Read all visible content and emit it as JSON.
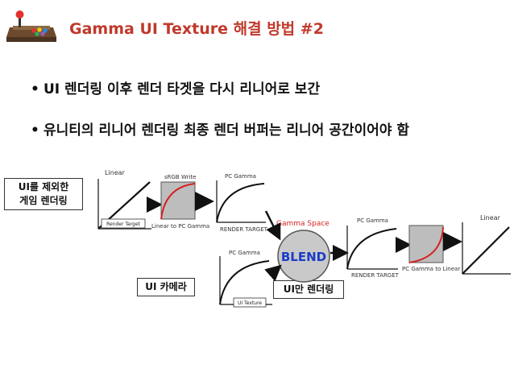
{
  "slide": {
    "title": "Gamma UI Texture 해결 방법 #2",
    "logo_icon": "arcade-joystick-icon",
    "bullets": [
      "UI 렌더링 이후 렌더 타겟을 다시 리니어로 보간",
      "유니티의 리니어 렌더링 최종 렌더 버퍼는 리니어 공간이어야 함"
    ],
    "bullet_marker": "•"
  },
  "diagram": {
    "label_game": [
      "UI를 제외한",
      "게임 렌더링"
    ],
    "label_camera": "UI 카메라",
    "label_ui_only": "UI만 렌더링",
    "graph_linear_1": "Linear",
    "graph_render_target_tag": "Render Target",
    "graph_srgb_write": "sRGB Write",
    "graph_linear_to_pc": "Linear to PC Gamma",
    "graph_pc_gamma_1": "PC Gamma",
    "graph_render_target_caps": "RENDER TARGET",
    "gamma_space_label": "Gamma Space",
    "blend_label": "BLEND",
    "graph_pc_gamma_2": "PC Gamma",
    "graph_ui_texture_tag": "UI Texture",
    "graph_pc_gamma_3": "PC Gamma",
    "graph_render_target_caps_2": "RENDER TARGET",
    "graph_pc_to_linear": "PC Gamma to Linear",
    "graph_linear_2": "Linear",
    "colors": {
      "title": "#c0392b",
      "curve_red": "#d62020",
      "blend_text": "#1a3cc8",
      "gamma_space": "#d62020"
    }
  }
}
